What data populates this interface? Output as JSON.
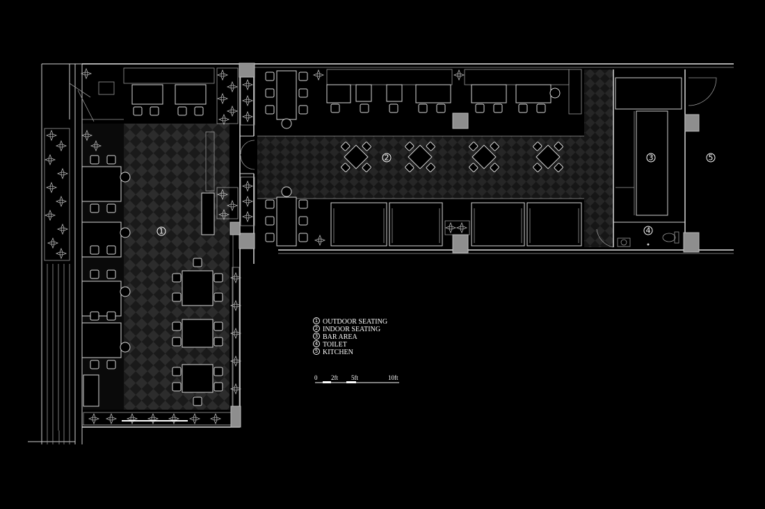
{
  "zones": [
    {
      "num": "1",
      "label": "OUTDOOR SEATING"
    },
    {
      "num": "2",
      "label": "INDOOR SEATING"
    },
    {
      "num": "3",
      "label": "BAR AREA"
    },
    {
      "num": "4",
      "label": "TOILET"
    },
    {
      "num": "5",
      "label": "KITCHEN"
    }
  ],
  "scale_bar": {
    "ticks": [
      "0",
      "2ft",
      "5ft",
      "10ft"
    ]
  },
  "colors": {
    "background": "#000000",
    "line": "#cfcfcf",
    "floor_dark": "#1c1c1c",
    "floor_light": "#2b2b2b",
    "column": "#8e8e8e"
  }
}
